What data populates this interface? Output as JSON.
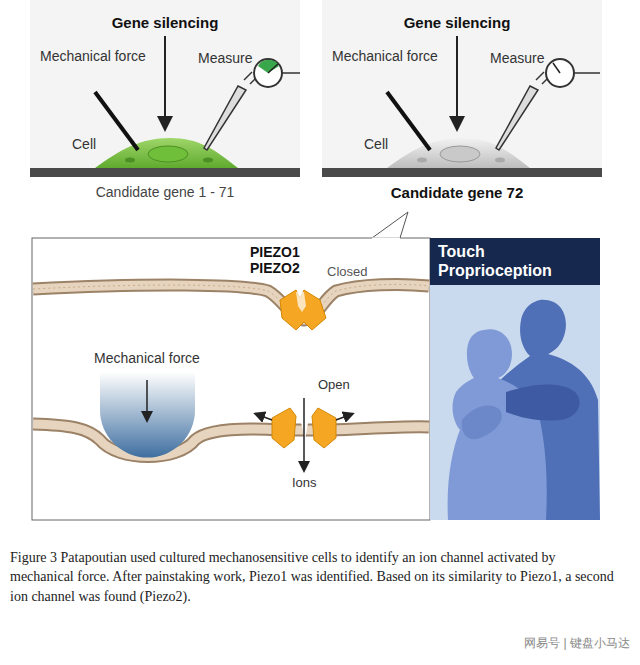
{
  "diagram": {
    "caption": "Figure 3 Patapoutian used cultured mechanosensitive cells to identify an ion channel activated by mechanical force. After painstaking work, Piezo1 was identified. Based on its similarity to Piezo1, a second ion channel was found (Piezo2).",
    "nodes": [
      {
        "text": [
          "Touch Proprioception"
        ]
      }
    ],
    "labels": [
      "Gene silencing",
      "Mechanical force",
      "Measure",
      "Cell",
      "Candidate gene 1 - 71",
      "Gene silencing",
      "Mechanical force",
      "Measure",
      "Cell",
      "Candidate gene 72",
      "PIEZO1",
      "PIEZO2",
      "Closed",
      "Mechanical force",
      "Open",
      "Ions",
      "网易号 | 键盘小马达"
    ]
  }
}
